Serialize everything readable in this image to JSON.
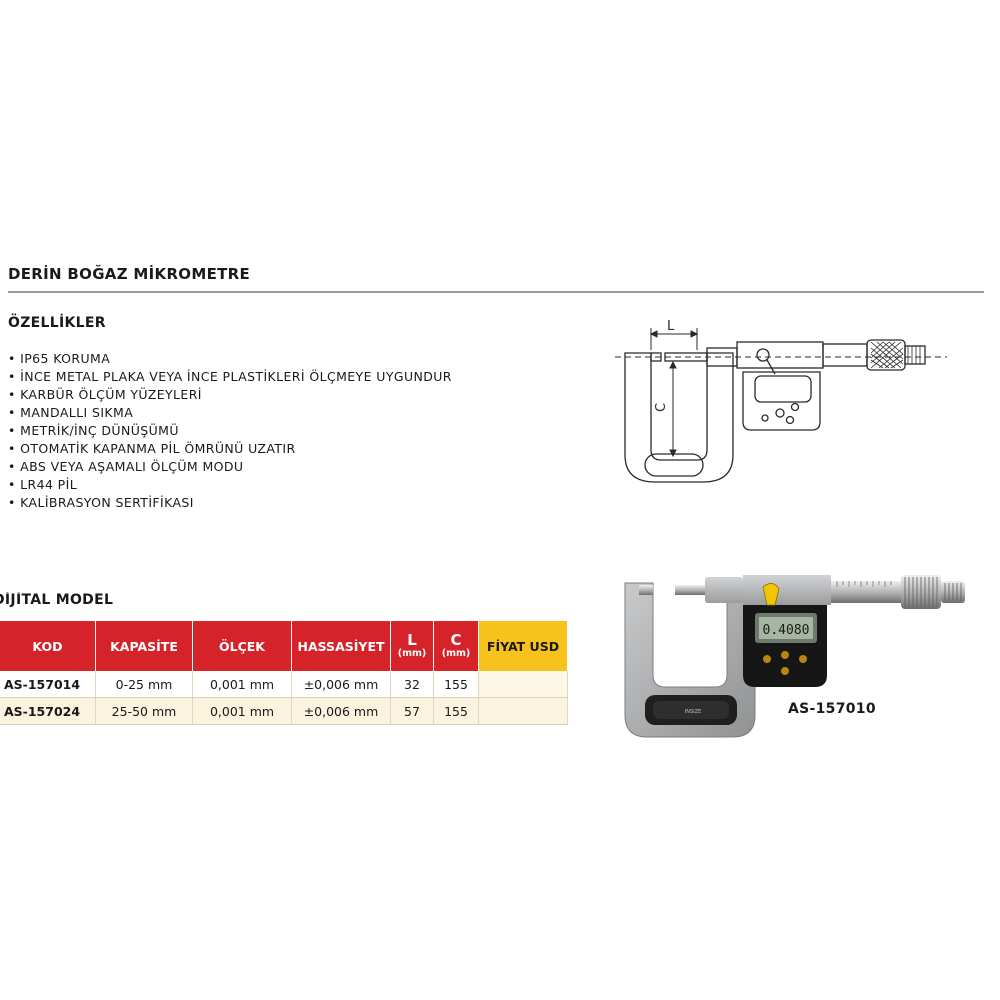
{
  "header": {
    "title": "DERİN BOĞAZ MİKROMETRE"
  },
  "features": {
    "heading": "ÖZELLİKLER",
    "items": [
      "IP65 KORUMA",
      "İNCE METAL PLAKA VEYA İNCE PLASTİKLERİ ÖLÇMEYE UYGUNDUR",
      "KARBÜR ÖLÇÜM YÜZEYLERİ",
      "MANDALLI SIKMA",
      "METRİK/İNÇ DÜNÜŞÜMÜ",
      "OTOMATİK KAPANMA PİL ÖMRÜNÜ UZATIR",
      "ABS VEYA AŞAMALI ÖLÇÜM MODU",
      "LR44 PİL",
      "KALİBRASYON SERTİFİKASI"
    ]
  },
  "diagram": {
    "label_l": "L",
    "label_c": "C"
  },
  "model": {
    "heading": "DİJİTAL MODEL",
    "columns": {
      "kod": "KOD",
      "kapasite": "KAPASİTE",
      "olcek": "ÖLÇEK",
      "hassasiyet": "HASSASİYET",
      "l": "L",
      "l_unit": "(mm)",
      "c": "C",
      "c_unit": "(mm)",
      "fiyat": "FİYAT USD"
    },
    "rows": [
      {
        "kod": "AS-157014",
        "kapasite": "0-25 mm",
        "olcek": "0,001 mm",
        "hassasiyet": "±0,006 mm",
        "l": "32",
        "c": "155",
        "fiyat": ""
      },
      {
        "kod": "AS-157024",
        "kapasite": "25-50 mm",
        "olcek": "0,001 mm",
        "hassasiyet": "±0,006 mm",
        "l": "57",
        "c": "155",
        "fiyat": ""
      }
    ]
  },
  "product": {
    "label": "AS-157010",
    "display_reading": "0.4080",
    "brand": "INSIZE"
  },
  "colors": {
    "header_red": "#d6232a",
    "price_yellow": "#f7c21c",
    "row_cream": "#fbf3de"
  }
}
